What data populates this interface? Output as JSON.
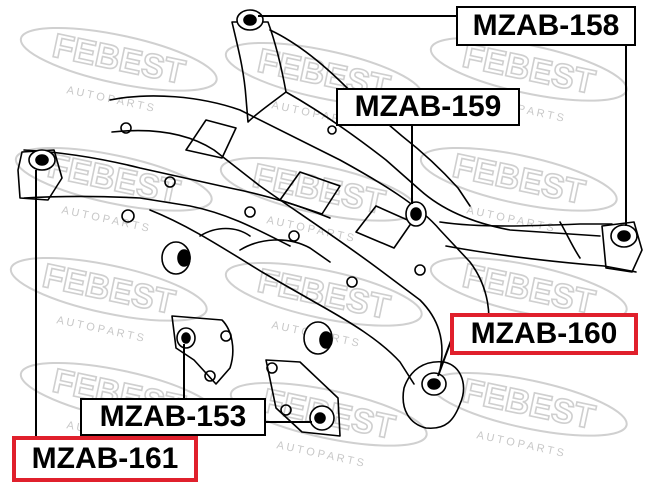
{
  "watermark": {
    "brand": "FEBEST",
    "sub": "A U T O   P A R T S"
  },
  "labels": {
    "mzab158": "MZAB-158",
    "mzab159": "MZAB-159",
    "mzab160": "MZAB-160",
    "mzab153": "MZAB-153",
    "mzab161": "MZAB-161"
  },
  "highlight_color": "#e0202c"
}
